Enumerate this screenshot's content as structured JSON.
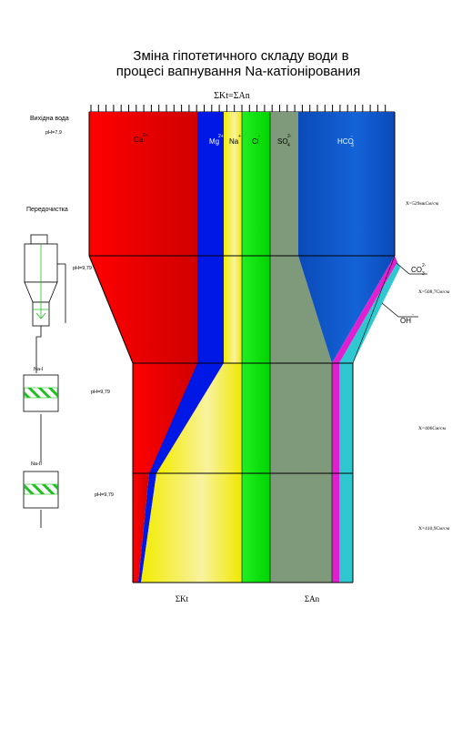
{
  "title": {
    "line1": "Зміна гіпотетичного складу води в",
    "line2": "процесі вапнування Na-катіонірования"
  },
  "balance_label": "ΣKt=ΣAn",
  "stages": {
    "raw_water": "Вихідна вода",
    "ph_raw": "pH=7,9",
    "pretreatment": "Передочистка",
    "ph_1": "pH=9,79",
    "na1": "Na-I",
    "ph_2": "pH=9,79",
    "na2": "Na-II",
    "ph_3": "pH=9,79"
  },
  "ions": {
    "ca": {
      "base": "Ca",
      "charge": "2+"
    },
    "mg": {
      "base": "Mg",
      "charge": "2+"
    },
    "na": {
      "base": "Na",
      "charge": "+"
    },
    "cl": {
      "base": "Cl",
      "charge": "-"
    },
    "so4": {
      "base": "SO",
      "sub": "4",
      "charge": "2-"
    },
    "hco3": {
      "base": "HCO",
      "sub": "3",
      "charge": "-"
    },
    "co3": {
      "base": "CO",
      "sub": "3",
      "charge": "2-"
    },
    "oh": {
      "base": "OH",
      "charge": "-"
    }
  },
  "conductivity": {
    "x1": "Χ=529мкСм/см",
    "x2": "Χ=508,7См/см",
    "x3": "Χ=406См/см",
    "x4": "Χ=410,9См/см"
  },
  "bottom": {
    "kt": "ΣKt",
    "an": "ΣAn"
  },
  "colors": {
    "ca": "#ff0000",
    "mg": "#0018e6",
    "na": "#f4f000",
    "cl": "#00e600",
    "so4": "#7f9a7a",
    "hco3": "#0f55c5",
    "co3": "#e020d0",
    "oh": "#30c8d0"
  }
}
